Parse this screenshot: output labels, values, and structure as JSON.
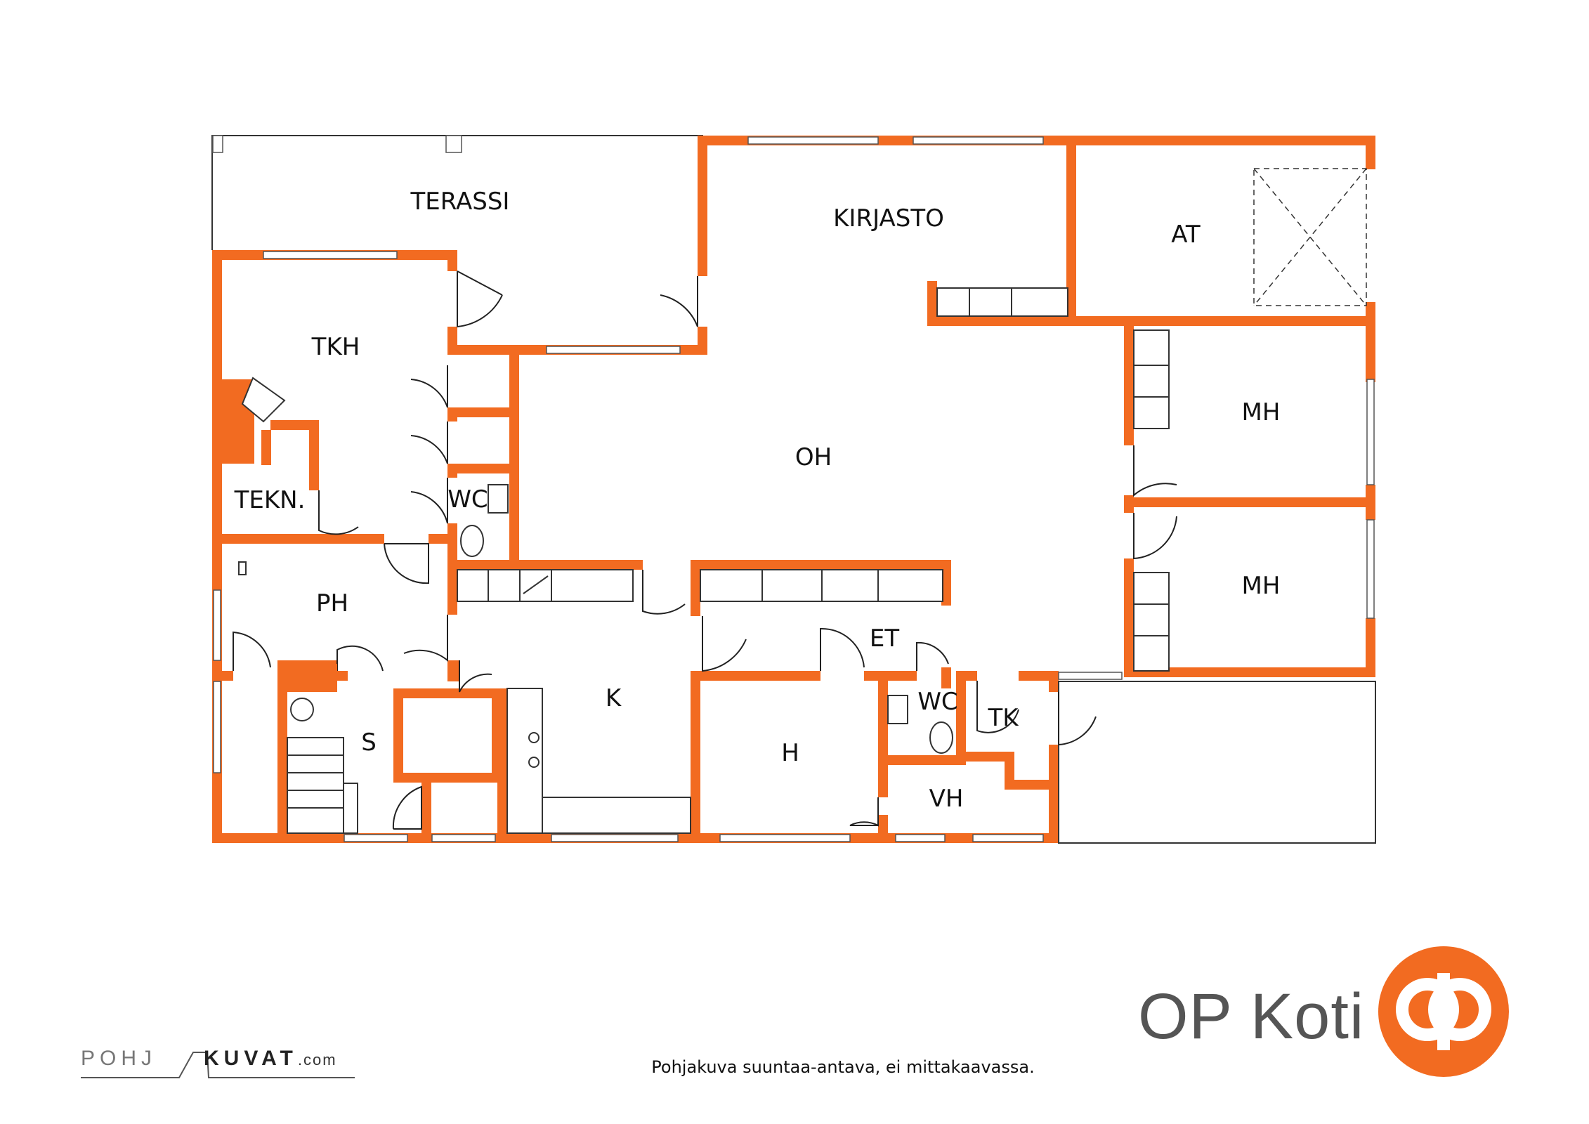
{
  "rooms": {
    "terassi": "TERASSI",
    "kirjasto": "KIRJASTO",
    "at": "AT",
    "tkh": "TKH",
    "oh": "OH",
    "mh1": "MH",
    "mh2": "MH",
    "tekn": "TEKN.",
    "wc1": "WC",
    "ph": "PH",
    "k": "K",
    "et": "ET",
    "s": "S",
    "wc2": "WC",
    "tk": "TK",
    "h": "H",
    "vh": "VH"
  },
  "caption": "Pohjakuva suuntaa-antava, ei mittakaavassa.",
  "brand": {
    "name": "OP Koti",
    "color": "#f26b21"
  },
  "footer_logo": {
    "left": "POHJ",
    "right": "KUVAT",
    "suffix": ".com"
  },
  "colors": {
    "walls": "#f26b21",
    "background": "#ffffff"
  }
}
